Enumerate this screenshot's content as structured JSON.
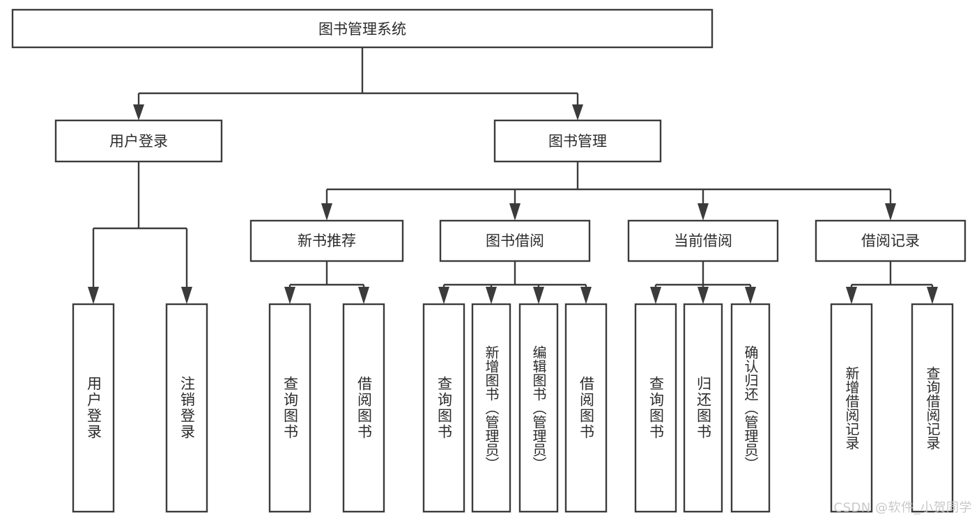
{
  "diagram": {
    "type": "tree-hierarchy",
    "title": "图书管理系统",
    "watermark": "CSDN @软件_小贺同学",
    "colors": {
      "stroke": "#3b3b3b",
      "box_fill": "#ffffff",
      "text": "#2b2b2b",
      "background": "#ffffff",
      "watermark": "#c9c9c9"
    },
    "root": {
      "label": "图书管理系统"
    },
    "level2": [
      {
        "label": "用户登录"
      },
      {
        "label": "图书管理"
      }
    ],
    "level3": [
      {
        "label": "新书推荐"
      },
      {
        "label": "图书借阅"
      },
      {
        "label": "当前借阅"
      },
      {
        "label": "借阅记录"
      }
    ],
    "leaves": {
      "user_login": [
        {
          "label": "用户登录"
        },
        {
          "label": "注销登录"
        }
      ],
      "new_book_recommend": [
        {
          "label": "查询图书"
        },
        {
          "label": "借阅图书"
        }
      ],
      "book_borrow": [
        {
          "label": "查询图书"
        },
        {
          "label": "新增图书（管理员）"
        },
        {
          "label": "编辑图书（管理员）"
        },
        {
          "label": "借阅图书"
        }
      ],
      "current_borrow": [
        {
          "label": "查询图书"
        },
        {
          "label": "归还图书"
        },
        {
          "label": "确认归还（管理员）"
        }
      ],
      "borrow_record": [
        {
          "label": "新增借阅记录"
        },
        {
          "label": "查询借阅记录"
        }
      ]
    }
  }
}
